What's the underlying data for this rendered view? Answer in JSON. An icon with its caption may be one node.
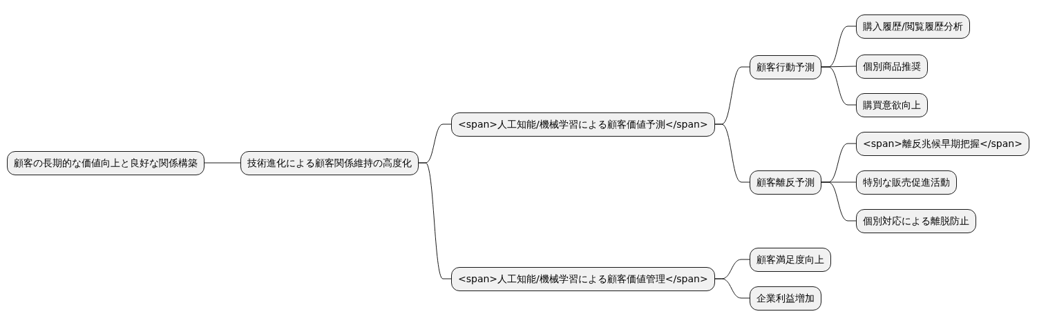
{
  "diagram": {
    "nodes": [
      {
        "text": [
          "顧客の長期的な価値向上と良好な関係構築"
        ]
      },
      {
        "text": [
          "技術進化による顧客関係維持の高度化"
        ]
      },
      {
        "text": [
          "<span>人工知能/機械学習による顧客価値予測</span>"
        ]
      },
      {
        "text": [
          "顧客行動予測"
        ]
      },
      {
        "text": [
          "購入履歴/閲覧履歴分析"
        ]
      },
      {
        "text": [
          "個別商品推奨"
        ]
      },
      {
        "text": [
          "購買意欲向上"
        ]
      },
      {
        "text": [
          "顧客離反予測"
        ]
      },
      {
        "text": [
          "<span>離反兆候早期把握</span>"
        ]
      },
      {
        "text": [
          "特別な販売促進活動"
        ]
      },
      {
        "text": [
          "個別対応による離脱防止"
        ]
      },
      {
        "text": [
          "<span>人工知能/機械学習による顧客価値管理</span>"
        ]
      },
      {
        "text": [
          "顧客満足度向上"
        ]
      },
      {
        "text": [
          "企業利益増加"
        ]
      }
    ],
    "edges": [
      {
        "from": 0,
        "to": 1,
        "arrow": "none"
      },
      {
        "from": 1,
        "to": 2,
        "arrow": "none"
      },
      {
        "from": 1,
        "to": 11,
        "arrow": "none"
      },
      {
        "from": 2,
        "to": 3,
        "arrow": "none"
      },
      {
        "from": 2,
        "to": 7,
        "arrow": "none"
      },
      {
        "from": 3,
        "to": 4,
        "arrow": "none"
      },
      {
        "from": 3,
        "to": 5,
        "arrow": "none"
      },
      {
        "from": 3,
        "to": 6,
        "arrow": "none"
      },
      {
        "from": 7,
        "to": 8,
        "arrow": "none"
      },
      {
        "from": 7,
        "to": 9,
        "arrow": "none"
      },
      {
        "from": 7,
        "to": 10,
        "arrow": "none"
      },
      {
        "from": 11,
        "to": 12,
        "arrow": "none"
      },
      {
        "from": 11,
        "to": 13,
        "arrow": "none"
      }
    ]
  }
}
